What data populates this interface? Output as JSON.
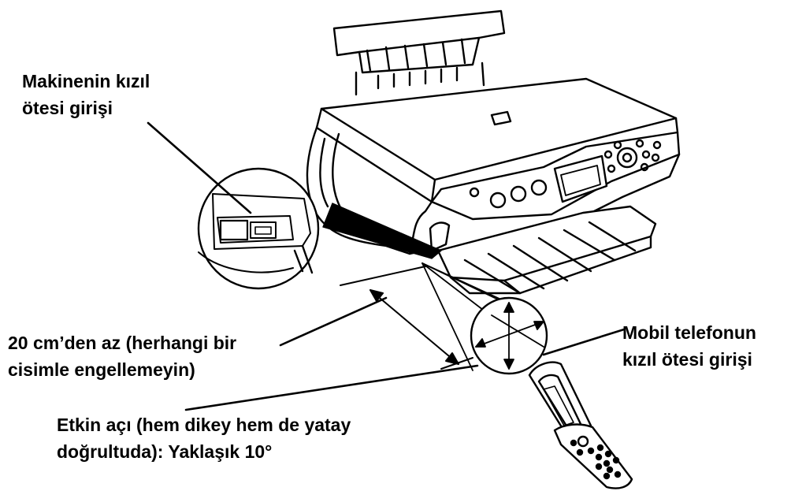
{
  "callouts": {
    "machine_ir_port": [
      "Makinenin kızıl",
      "ötesi girişi"
    ],
    "distance": [
      "20 cm’den az (herhangi bir",
      "cisimle engellemeyin)"
    ],
    "phone_ir_port": [
      "Mobil telefonun",
      "kızıl ötesi girişi"
    ],
    "effective_angle": [
      "Etkin açı (hem dikey hem de yatay",
      "doğrultuda): Yaklaşık 10°"
    ]
  },
  "colors": {
    "ink": "#000000",
    "paper": "#ffffff"
  }
}
